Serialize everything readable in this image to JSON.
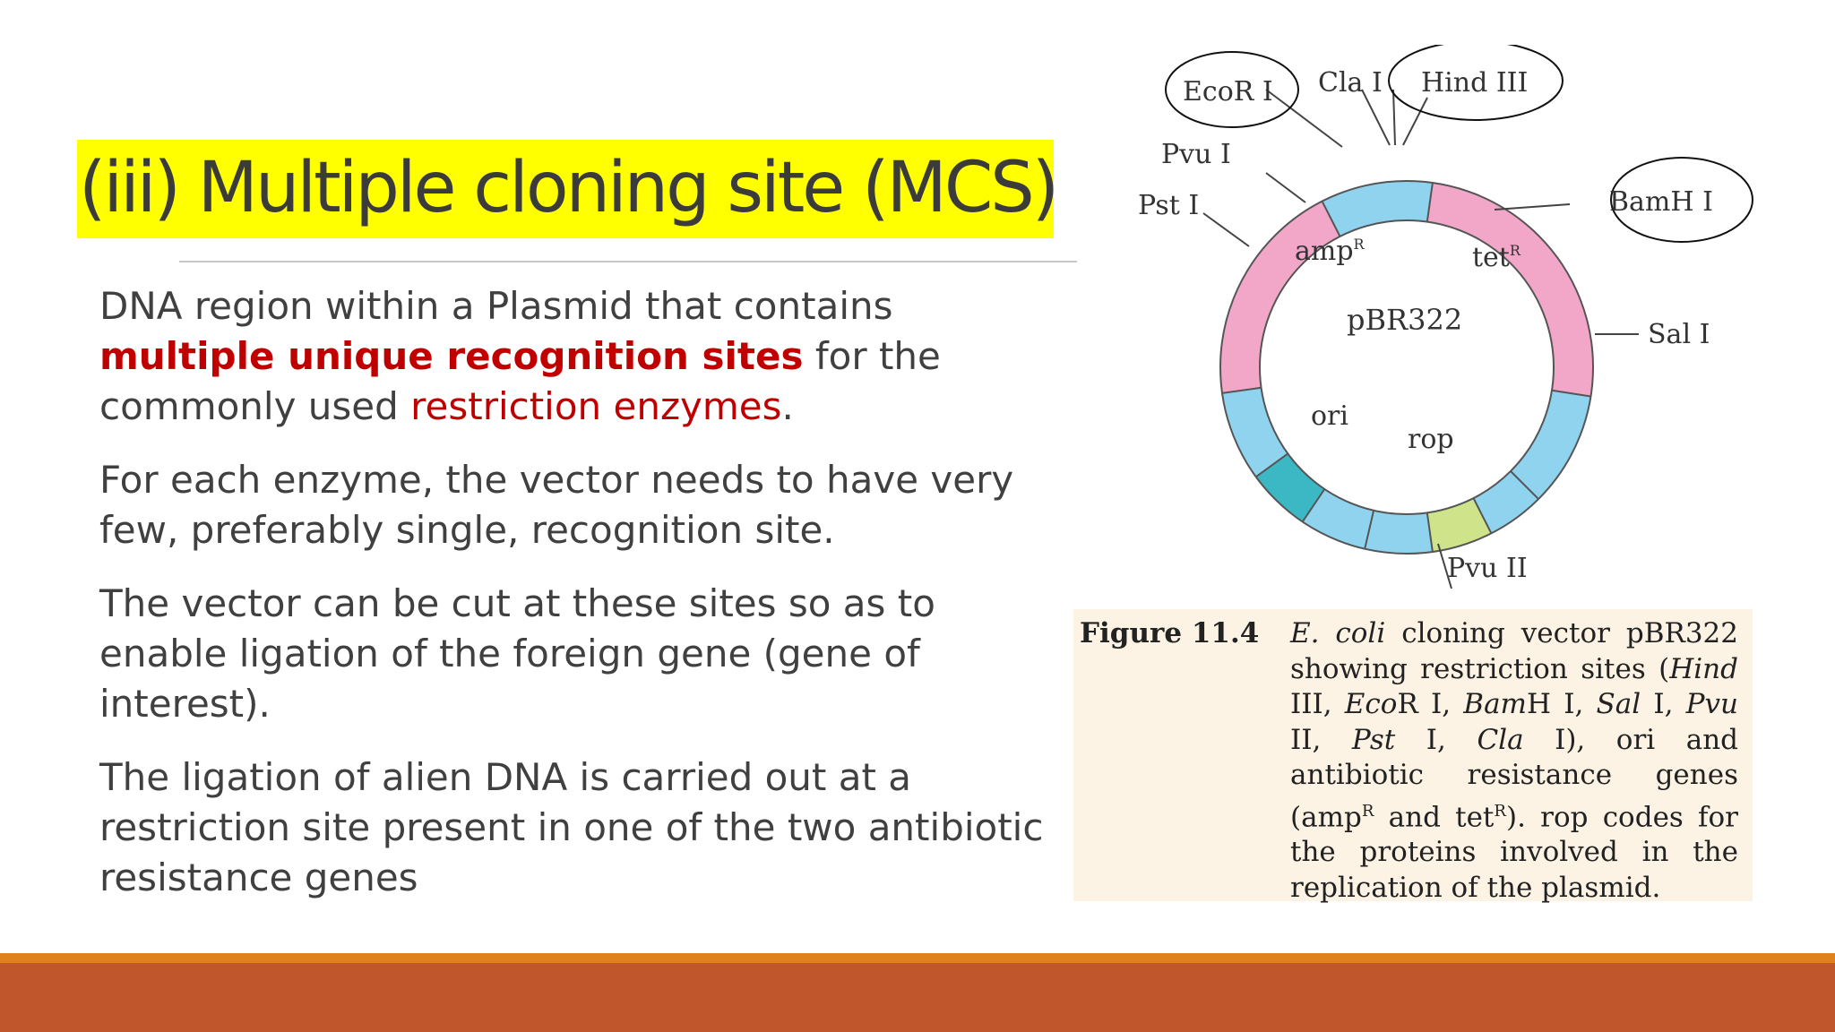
{
  "slide": {
    "title": "(iii) Multiple cloning site (MCS)",
    "paragraphs": {
      "p1": {
        "a": "DNA region within a Plasmid that contains ",
        "b": "multiple unique recognition sites",
        "c": " for the commonly used ",
        "d": "restriction enzymes",
        "e": "."
      },
      "p2": "For each enzyme, the vector needs to have very few, preferably single, recognition site.",
      "p3": "The vector can be cut at these sites so as to enable ligation of the foreign gene (gene of interest).",
      "p4": "The ligation of alien DNA is carried out at a restriction site present in one of the  two antibiotic resistance genes"
    }
  },
  "diagram": {
    "plasmid_name": "pBR322",
    "sites": {
      "ecor1": "EcoR I",
      "cla1": "Cla I",
      "hind3": "Hind III",
      "bamh1": "BamH I",
      "sal1": "Sal I",
      "pvu1": "Pvu I",
      "pst1": "Pst I",
      "pvu2": "Pvu II"
    },
    "regions": {
      "amp": "amp",
      "amp_sup": "R",
      "tet": "tet",
      "tet_sup": "R",
      "ori": "ori",
      "rop": "rop"
    },
    "colors": {
      "blue": "#8fd3ef",
      "pink": "#f2a7c9",
      "teal": "#3bb8c4",
      "green": "#cfe38a"
    }
  },
  "caption": {
    "label": "Figure 11.4",
    "text": {
      "t1": "E. coli",
      "t2": " cloning vector pBR322 showing restriction sites (",
      "t3": "Hind",
      "t4": " III, ",
      "t5": "Eco",
      "t6": "R I, ",
      "t7": "Bam",
      "t8": "H I, ",
      "t9": "Sal",
      "t10": " I, ",
      "t11": "Pvu",
      "t12": " II, ",
      "t13": "Pst",
      "t14": " I, ",
      "t15": "Cla",
      "t16": " I), ori and antibiotic resistance genes (amp",
      "t17": "R",
      "t18": " and tet",
      "t19": "R",
      "t20": "). rop codes for the proteins involved in the replication of the plasmid."
    }
  },
  "theme": {
    "accent_orange": "#e0821c",
    "accent_rust": "#c0562b",
    "highlight": "#ffff00"
  }
}
